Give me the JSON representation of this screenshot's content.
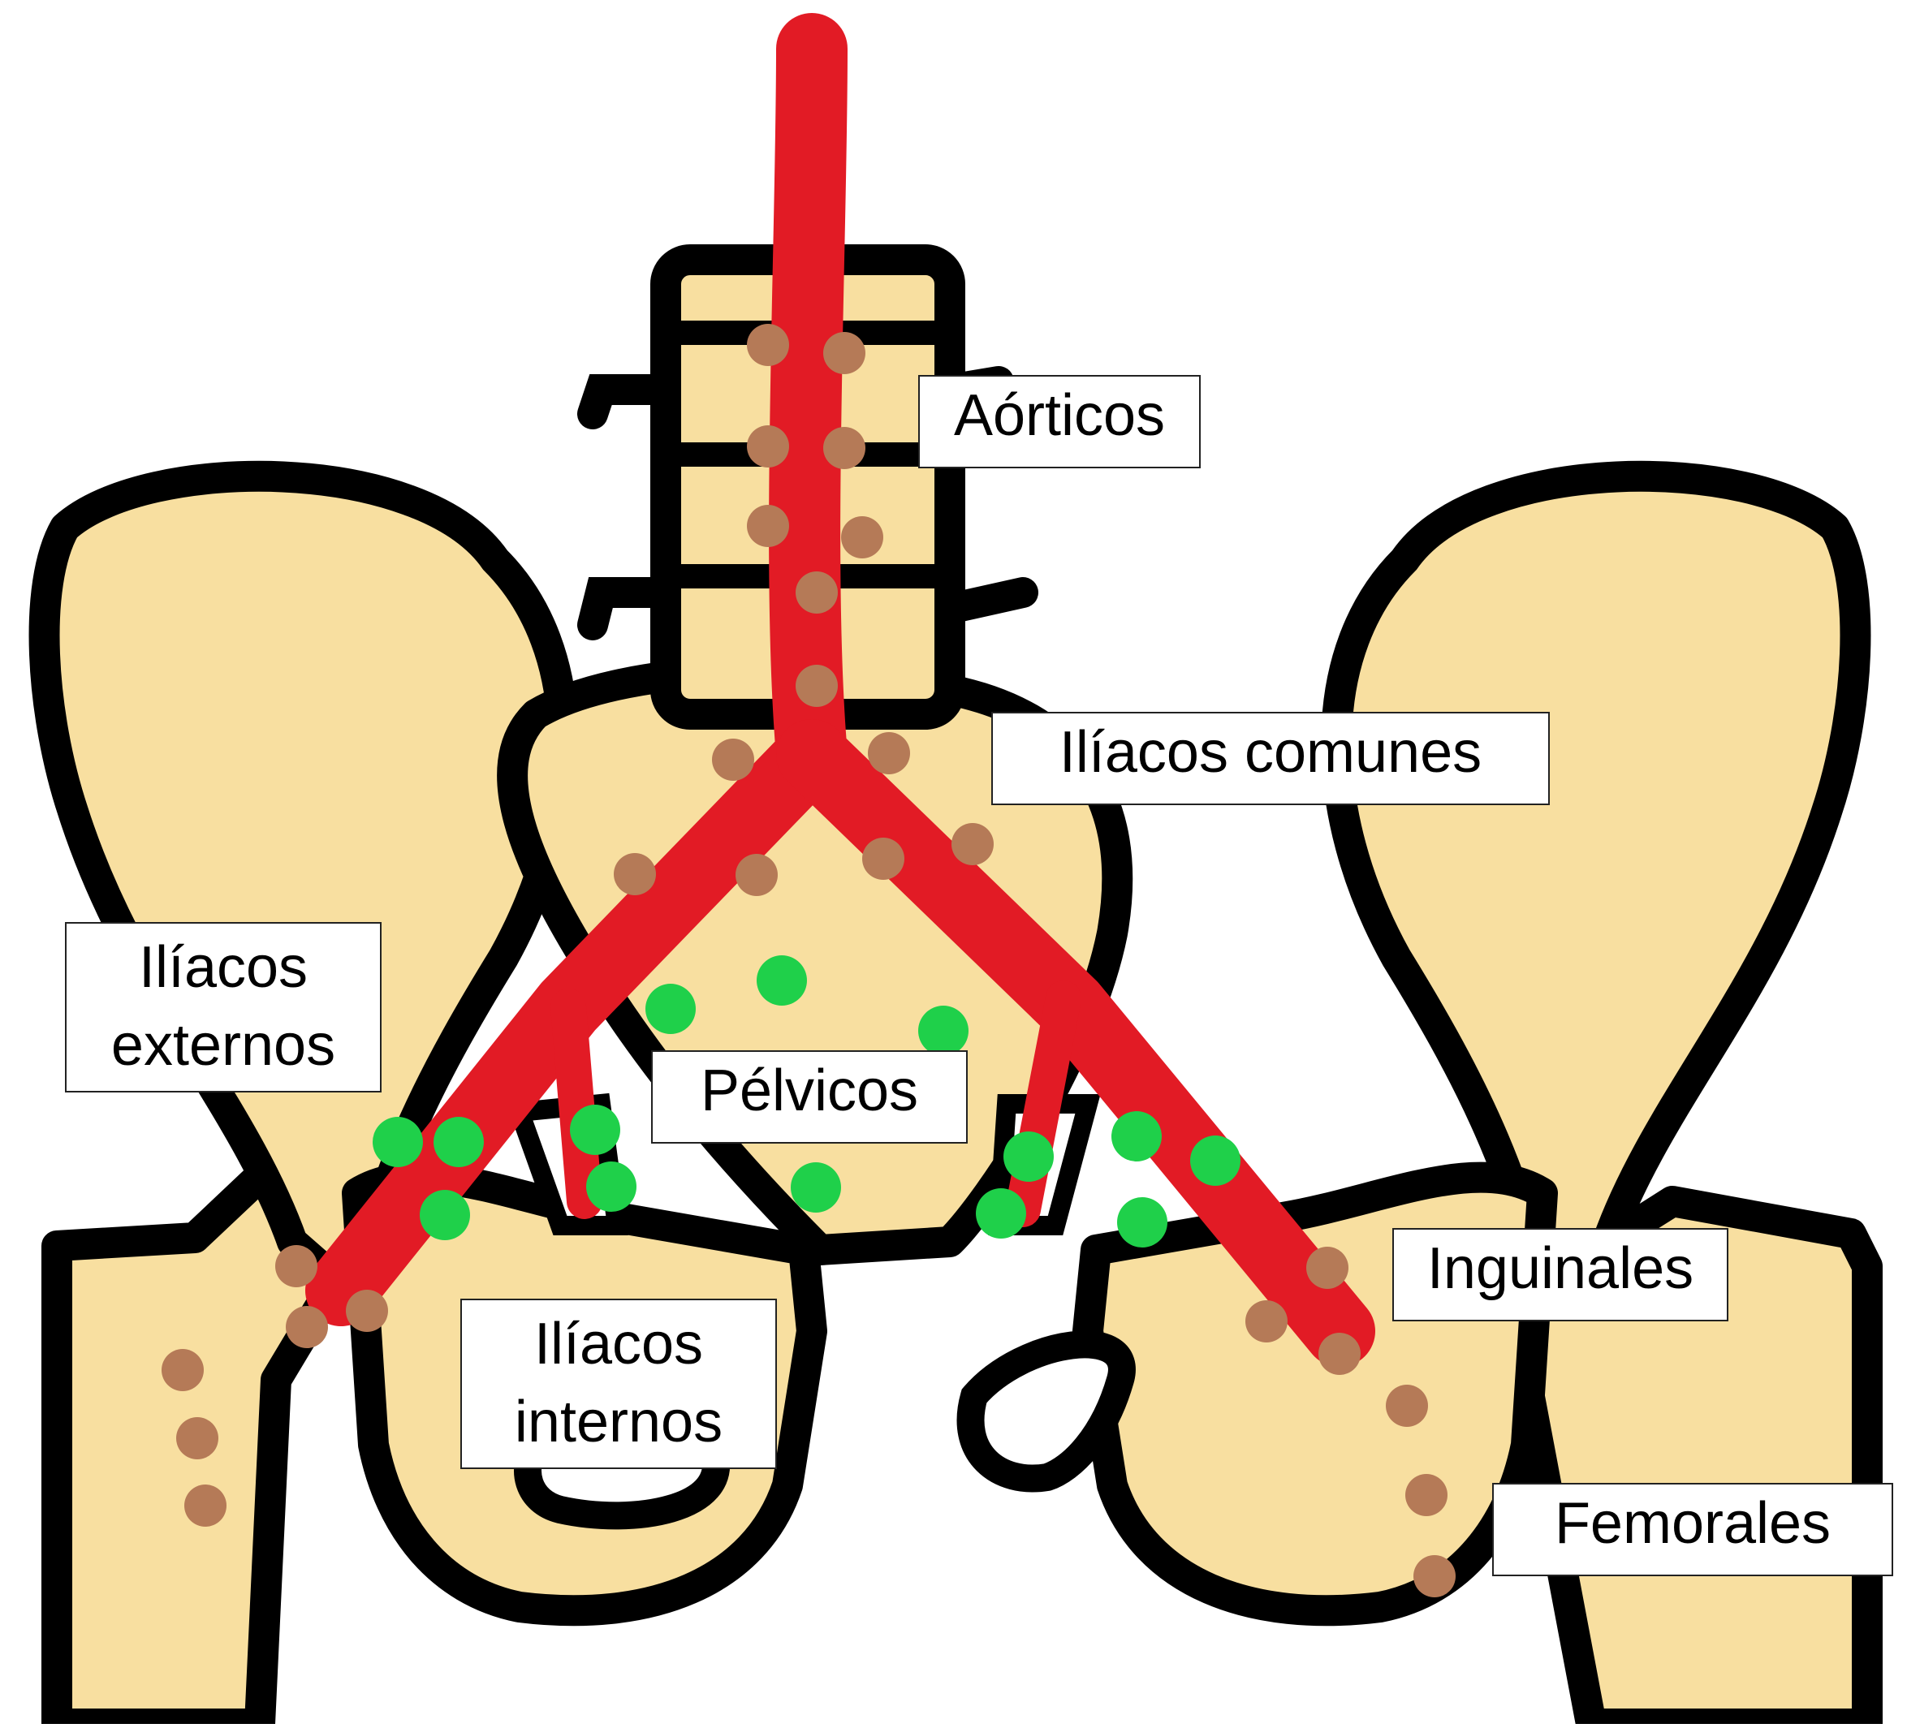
{
  "colors": {
    "bone": "#f8dfa0",
    "outline": "#000000",
    "artery": "#e21b25",
    "node_brown": "#b57a57",
    "node_green": "#1fd04a"
  },
  "labels": {
    "aorticos": "Aórticos",
    "iliacos_comunes": "Ilíacos comunes",
    "iliacos_externos_1": "Ilíacos",
    "iliacos_externos_2": "externos",
    "pelvicos": "Pélvicos",
    "iliacos_internos_1": "Ilíacos",
    "iliacos_internos_2": "internos",
    "inguinales": "Inguinales",
    "femorales": "Femorales"
  }
}
